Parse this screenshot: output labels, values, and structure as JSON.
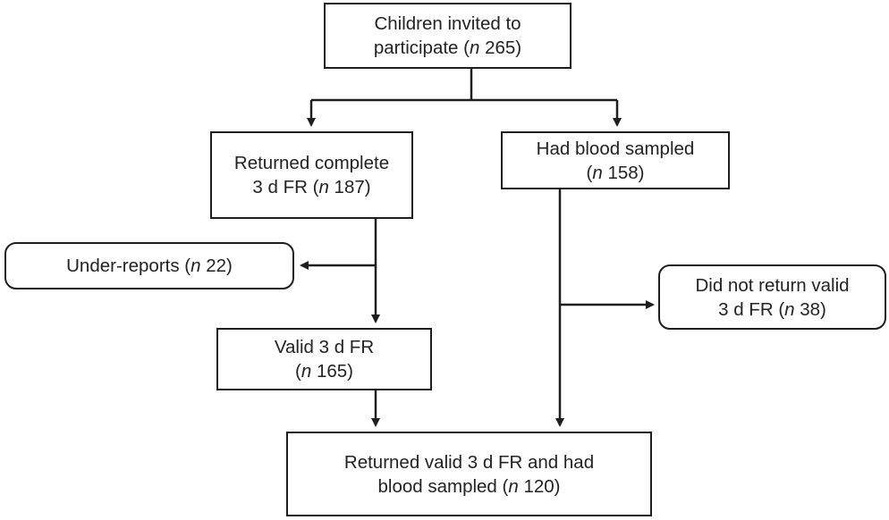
{
  "nodes": {
    "invited": {
      "line1": "Children invited to",
      "line2_pre": "participate (",
      "line2_n": "n",
      "line2_post": " 265)"
    },
    "returned_complete": {
      "line1": "Returned complete",
      "line2_pre": "3 d FR (",
      "line2_n": "n",
      "line2_post": " 187)"
    },
    "blood_sampled": {
      "line1": "Had blood sampled",
      "line2_pre": "(",
      "line2_n": "n",
      "line2_post": " 158)"
    },
    "under_reports": {
      "line1_pre": "Under-reports (",
      "line1_n": "n",
      "line1_post": " 22)"
    },
    "did_not_return": {
      "line1": "Did not return valid",
      "line2_pre": "3 d FR (",
      "line2_n": "n",
      "line2_post": " 38)"
    },
    "valid_fr": {
      "line1": "Valid 3 d FR",
      "line2_pre": "(",
      "line2_n": "n",
      "line2_post": " 165)"
    },
    "final": {
      "line1": "Returned valid 3 d FR and had",
      "line2_pre": "blood sampled (",
      "line2_n": "n",
      "line2_post": " 120)"
    }
  },
  "style": {
    "line_color": "#1e1e1e"
  }
}
